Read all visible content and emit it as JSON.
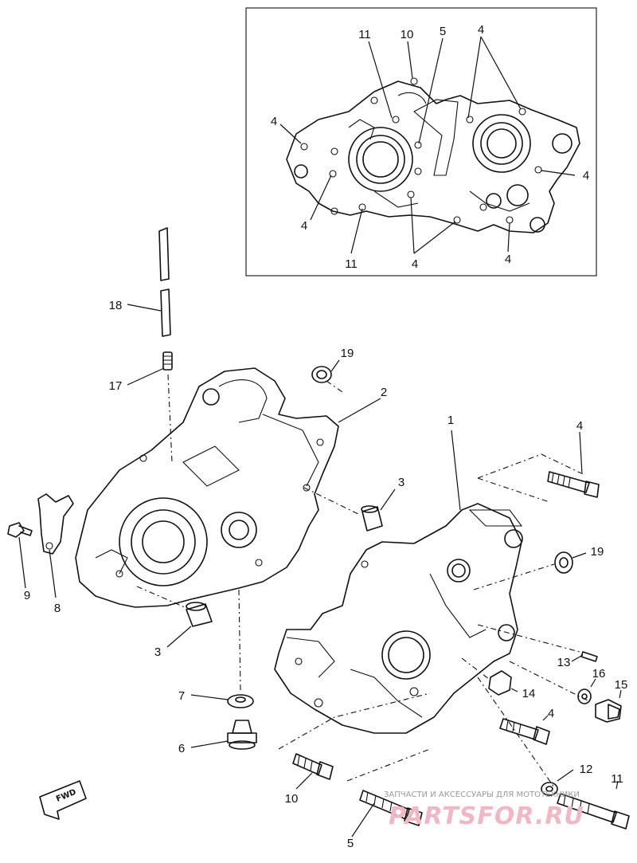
{
  "callouts": {
    "inset": {
      "n11a": "11",
      "n10": "10",
      "n5": "5",
      "n4top": "4",
      "n4left": "4",
      "n4right": "4",
      "n4bl": "4",
      "n11b": "11",
      "n4bc": "4",
      "n4br": "4"
    },
    "main": {
      "n18": "18",
      "n17": "17",
      "n19a": "19",
      "n2": "2",
      "n3a": "3",
      "n1": "1",
      "n4a": "4",
      "n19b": "19",
      "n9": "9",
      "n8": "8",
      "n3b": "3",
      "n13": "13",
      "n16": "16",
      "n15": "15",
      "n14": "14",
      "n7": "7",
      "n4b": "4",
      "n6": "6",
      "n10": "10",
      "n12": "12",
      "n11": "11",
      "n5": "5"
    }
  },
  "fwd_label": "FWD",
  "watermark": {
    "line1": "ЗАПЧАСТИ И АКСЕССУАРЫ ДЛЯ МОТОТЕХНИКИ",
    "line2": "PARTSFOR.RU"
  }
}
